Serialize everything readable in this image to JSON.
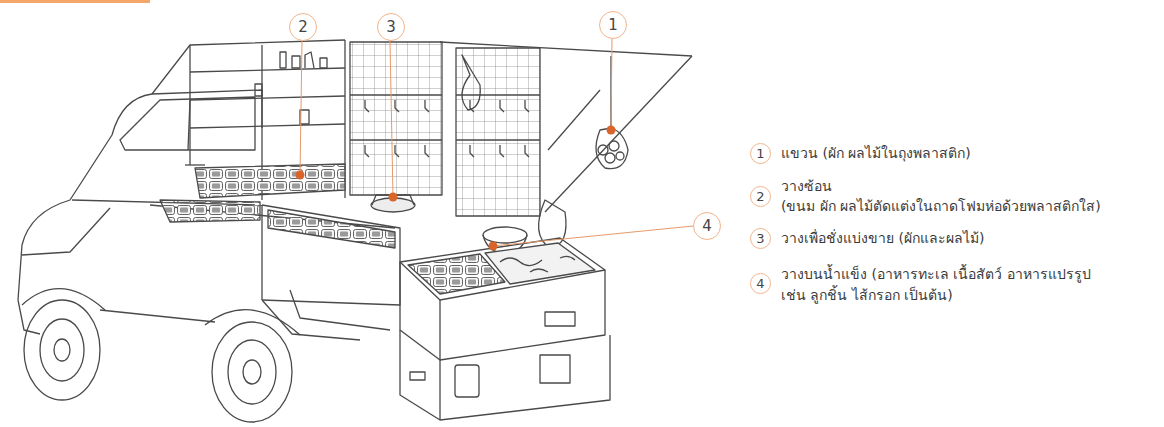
{
  "diagram": {
    "nodes": [
      {
        "text": [
          "2"
        ]
      },
      {
        "text": [
          "3"
        ]
      },
      {
        "text": [
          "1"
        ]
      },
      {
        "text": [
          "4"
        ]
      },
      {
        "text": [
          "1"
        ]
      },
      {
        "text": [
          "2"
        ]
      },
      {
        "text": [
          "3"
        ]
      },
      {
        "text": [
          "4"
        ]
      }
    ],
    "labels": [
      "แขวน (ผัก ผลไม้ในถุงพลาสติก)",
      "วางซ้อน",
      "(ขนม ผัก ผลไม้ตัดแต่งในถาดโฟมห่อด้วยพลาสติกใส)",
      "วางเพื่อชั่งแบ่งขาย (ผักและผลไม้)",
      "วางบนน้ำแข็ง (อาหารทะเล เนื้อสัตว์ อาหารแปรรูป เช่น ลูกชิ้น ไส้กรอก เป็นต้น)"
    ]
  }
}
